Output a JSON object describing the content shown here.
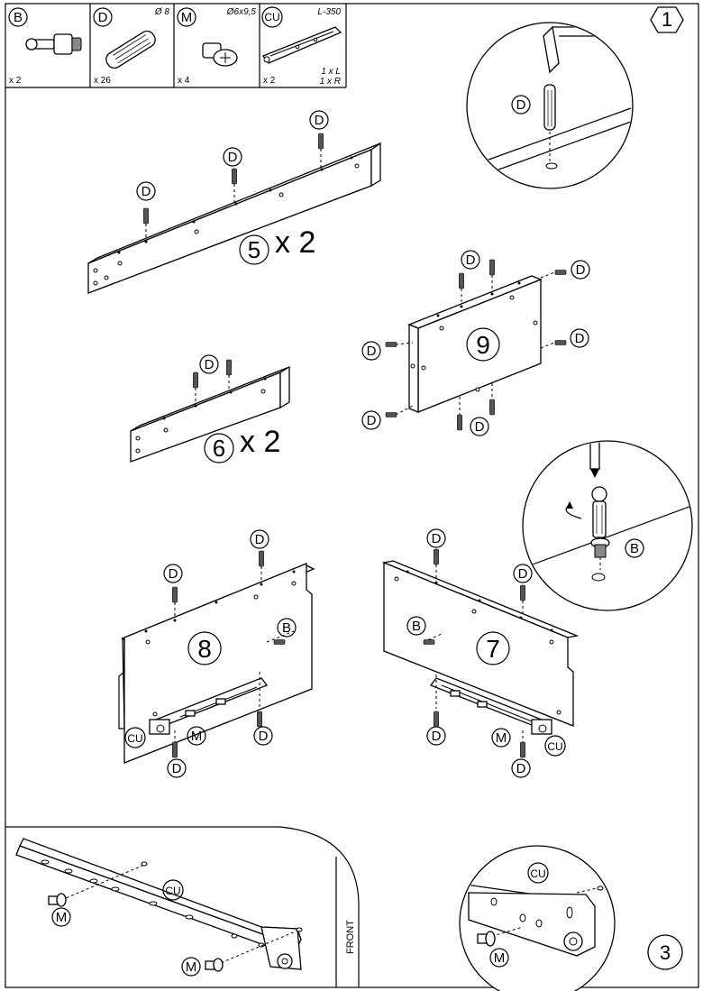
{
  "parts": [
    {
      "code": "B",
      "count": "x 2",
      "spec": ""
    },
    {
      "code": "D",
      "count": "x 26",
      "spec": "Ø 8"
    },
    {
      "code": "M",
      "count": "x 4",
      "spec": "Ø6x9,5"
    },
    {
      "code": "CU",
      "count": "x 2",
      "spec": "L-350",
      "note_l": "1 x L",
      "note_r": "1 x R"
    }
  ],
  "steps": {
    "step1": "1",
    "step3": "3"
  },
  "panels": {
    "p5": {
      "num": "5",
      "mult": "x 2"
    },
    "p6": {
      "num": "6",
      "mult": "x 2"
    },
    "p7": {
      "num": "7"
    },
    "p8": {
      "num": "8"
    },
    "p9": {
      "num": "9"
    }
  },
  "callouts": {
    "D": "D",
    "B": "B",
    "M": "M",
    "CU": "CU"
  },
  "front_label": "FRONT"
}
